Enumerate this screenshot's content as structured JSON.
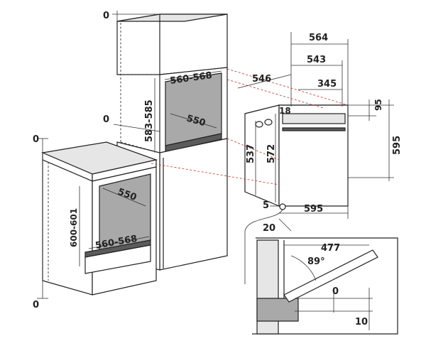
{
  "labels": {
    "d_0_top": "0",
    "d_0_mid": "0",
    "d_0_left_top": "0",
    "d_0_left_bottom": "0",
    "d_560_568_top": "560-568",
    "d_583_585": "583-585",
    "d_550_top": "550",
    "d_550_left": "550",
    "d_600_601": "600-601",
    "d_560_568_left": "560-568",
    "d_564": "564",
    "d_543": "543",
    "d_546": "546",
    "d_345": "345",
    "d_18": "18",
    "d_95": "95",
    "d_537": "537",
    "d_572": "572",
    "d_595_right": "595",
    "d_595_bottom": "595",
    "d_5": "5",
    "d_20": "20",
    "d_477": "477",
    "d_89": "89°",
    "d_0_detail": "0",
    "d_10": "10"
  }
}
